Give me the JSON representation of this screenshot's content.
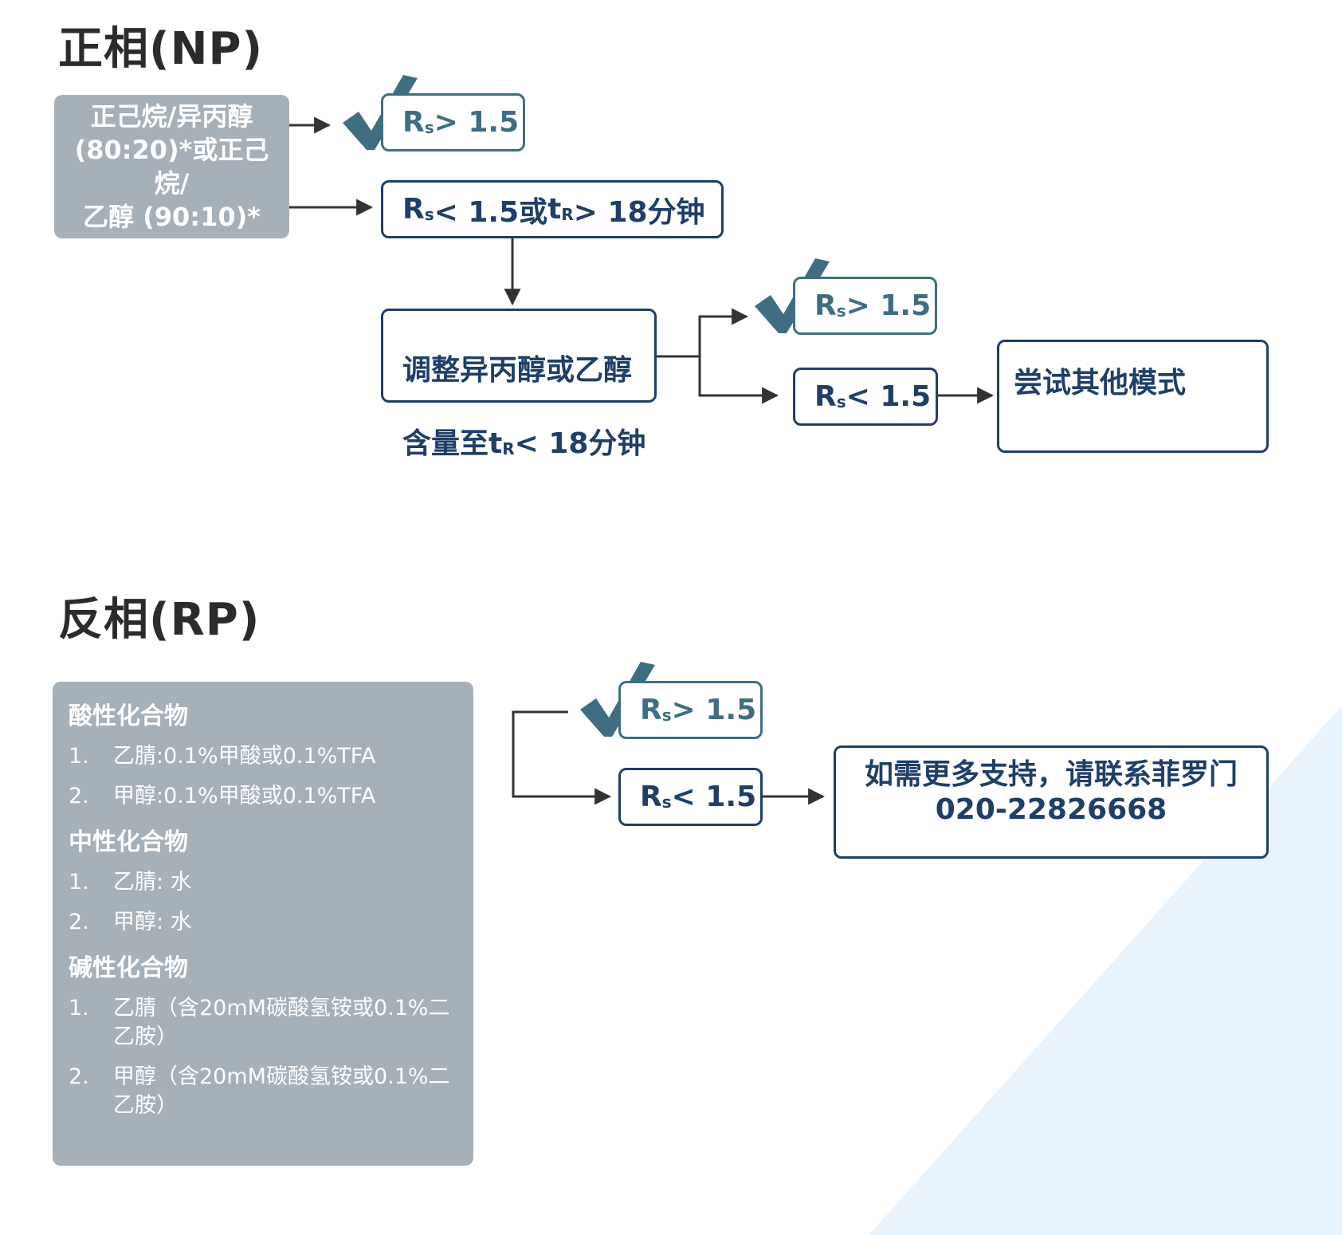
{
  "colors": {
    "navy": "#1f3e68",
    "teal": "#3f6e82",
    "gray_box": "#a5b0b9",
    "triangle_bg": "#e9f3fc"
  },
  "np": {
    "title": "正相(NP)",
    "start_box": "正己烷/异丙醇\n(80:20)*或正己\n烷/\n乙醇 (90:10)*",
    "pass1": {
      "symbol": "R",
      "sub": "s",
      "rest": "> 1.5",
      "icon": "checkmark-icon"
    },
    "fail1": {
      "r": "R",
      "r_sub": "s",
      "mid": " < 1.5或",
      "t": "t",
      "t_sub": "R",
      "end": " > 18分钟"
    },
    "adjust_box": {
      "line1": "调整异丙醇或乙醇",
      "line2_pre": "含量至",
      "t": "t",
      "t_sub": "R",
      "line2_post": " < 18分钟"
    },
    "pass2": {
      "symbol": "R",
      "sub": "s",
      "rest": "> 1.5",
      "icon": "checkmark-icon"
    },
    "fail2": {
      "symbol": "R",
      "sub": "s",
      "rest": " < 1.5"
    },
    "other_box": "尝试其他模式"
  },
  "rp": {
    "title": "反相(RP)",
    "groups": [
      {
        "heading": "酸性化合物",
        "items": [
          {
            "num": "1.",
            "text": "乙腈:0.1%甲酸或0.1%TFA"
          },
          {
            "num": "2.",
            "text": "甲醇:0.1%甲酸或0.1%TFA"
          }
        ]
      },
      {
        "heading": "中性化合物",
        "items": [
          {
            "num": "1.",
            "text": "乙腈: 水"
          },
          {
            "num": "2.",
            "text": "甲醇: 水"
          }
        ]
      },
      {
        "heading": "碱性化合物",
        "items": [
          {
            "num": "1.",
            "text": "乙腈（含20mM碳酸氢铵或0.1%二乙胺）"
          },
          {
            "num": "2.",
            "text": "甲醇（含20mM碳酸氢铵或0.1%二乙胺）"
          }
        ]
      }
    ],
    "pass": {
      "symbol": "R",
      "sub": "s",
      "rest": "> 1.5",
      "icon": "checkmark-icon"
    },
    "fail": {
      "symbol": "R",
      "sub": "s",
      "rest": " < 1.5"
    },
    "contact": {
      "line1": "如需更多支持，请联系菲罗门",
      "line2": "020-22826668"
    }
  }
}
